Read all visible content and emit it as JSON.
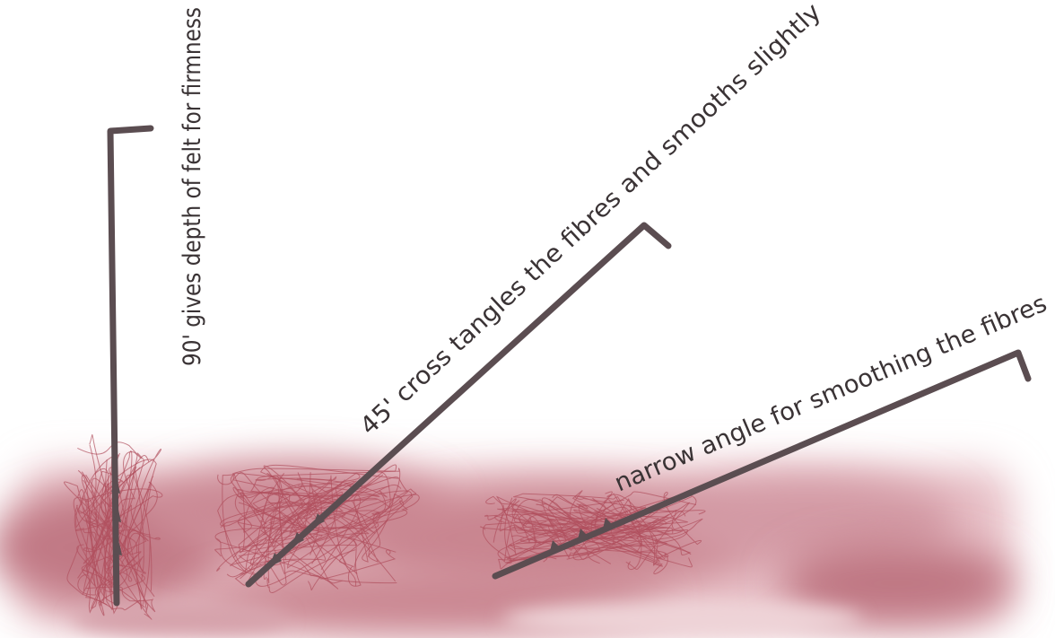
{
  "labels": {
    "perpendicular": "90' gives depth of felt for firmness",
    "forty_five": "45' cross tangles the fibres and smooths slightly",
    "narrow": "narrow angle for smoothing the fibres"
  },
  "colors": {
    "felt": "#b0505e",
    "felt_light": "#f2dde0",
    "needle": "#5b4d51",
    "text": "#3a3335",
    "background": "#ffffff"
  },
  "icons": [
    "felting-needle-icon"
  ]
}
